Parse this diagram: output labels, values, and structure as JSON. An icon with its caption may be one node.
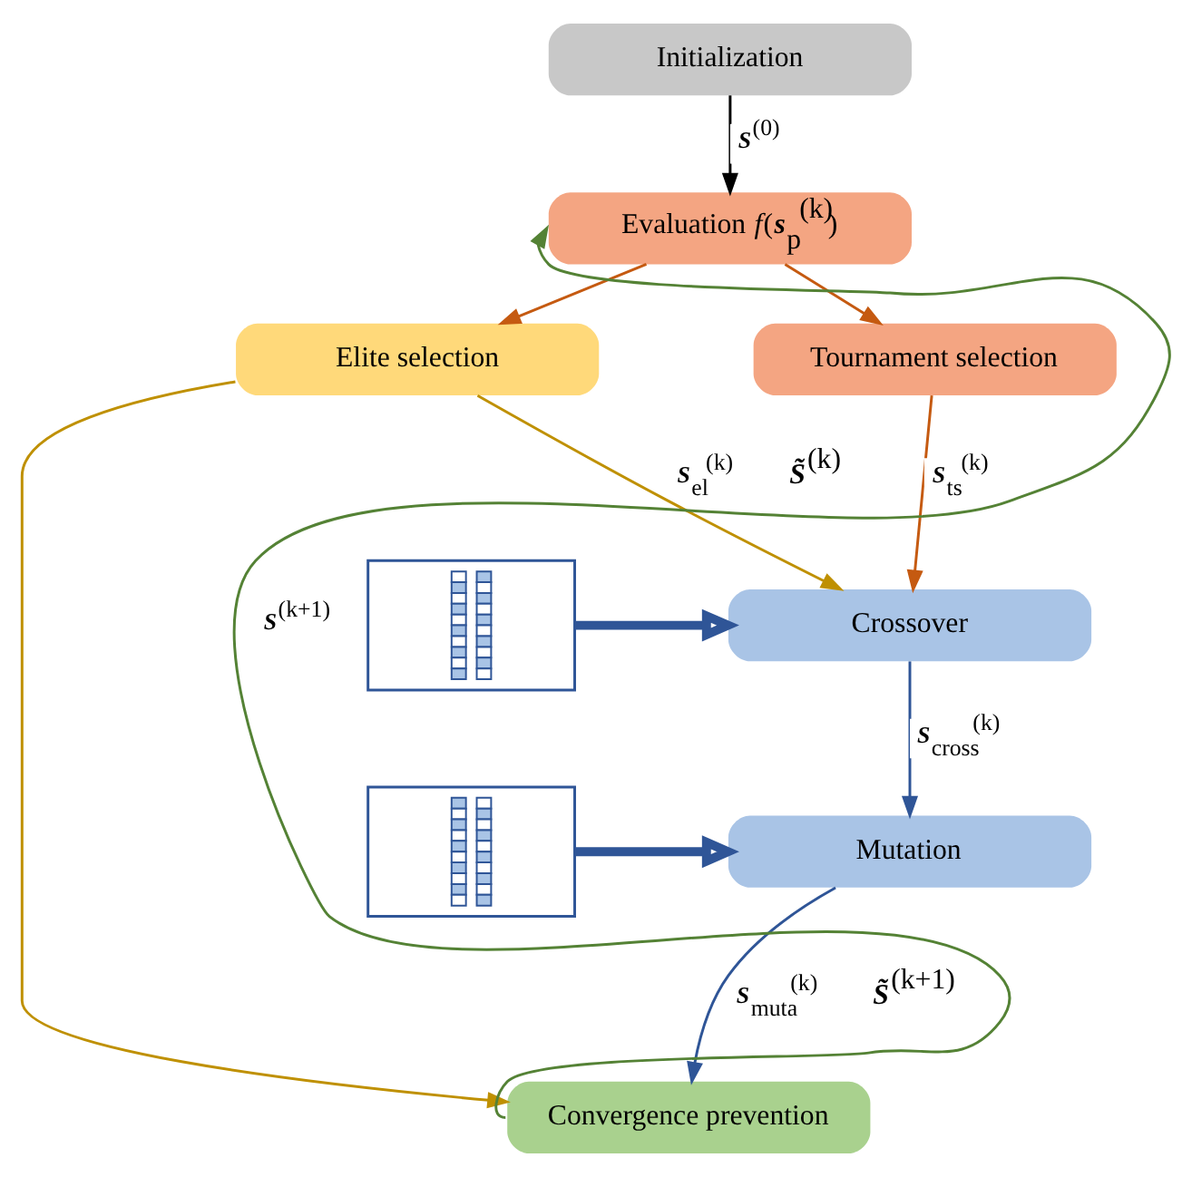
{
  "diagram": {
    "nodes": [
      {
        "text": [
          "Initialization"
        ]
      },
      {
        "text": [
          "Evaluation *f*(**s**$_{p}$$^{(k)}$)"
        ]
      },
      {
        "text": [
          "Tournament selection"
        ]
      },
      {
        "text": [
          "Elite selection"
        ]
      },
      {
        "text": [
          "Crossover"
        ]
      },
      {
        "text": [
          "Mutation"
        ]
      },
      {
        "text": [
          "Convergence prevention"
        ]
      },
      {
        "text": [],
        "shape": "picture"
      },
      {
        "text": [],
        "shape": "picture"
      }
    ],
    "edges": [
      {
        "from": 0,
        "to": 1,
        "arrow": "to",
        "label": "**S**$^{(0)}$",
        "color": "#000000"
      },
      {
        "from": 1,
        "to": 2,
        "arrow": "to",
        "color": "#c55a11"
      },
      {
        "from": 1,
        "to": 3,
        "arrow": "to",
        "color": "#c55a11"
      },
      {
        "from": 2,
        "to": 4,
        "arrow": "to",
        "label": "**S**$_{ts}$$^{(k)}$",
        "color": "#c55a11"
      },
      {
        "from": 3,
        "to": 4,
        "arrow": "to",
        "label": "**S**$_{el}$$^{(k)}$",
        "color": "#bf9000"
      },
      {
        "from": 3,
        "to": 6,
        "arrow": "to",
        "color": "#bf9000"
      },
      {
        "from": 4,
        "to": 5,
        "arrow": "to",
        "label": "**S**$_{cross}$$^{(k)}$",
        "color": "#2f5597"
      },
      {
        "from": 5,
        "to": 6,
        "arrow": "to",
        "label": "**S**$_{muta}$$^{(k)}$",
        "color": "#2f5597"
      },
      {
        "from": 6,
        "to": 1,
        "arrow": "to",
        "label": "**S**$^{(k+1)}$",
        "color": "#548235"
      },
      {
        "from": 7,
        "to": 4,
        "arrow": "to",
        "style": "thick",
        "color": "#2f5597"
      },
      {
        "from": 8,
        "to": 5,
        "arrow": "to",
        "style": "thick",
        "color": "#2f5597"
      }
    ],
    "labels": [
      "**S̃**$^{(k)}$",
      "**S̃**$^{(k+1)}$"
    ]
  }
}
